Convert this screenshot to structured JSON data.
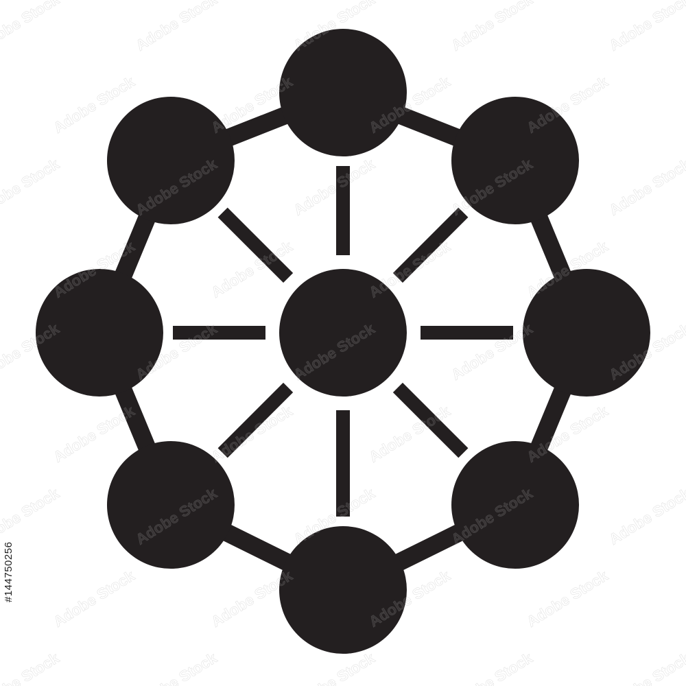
{
  "image": {
    "subject": "network-hub-icon",
    "icon_color": "#231f20",
    "background_color": "#ffffff",
    "watermark_text": "Adobe Stock",
    "stock_id": "#144750256"
  },
  "graph": {
    "hub_node": "center",
    "outer_nodes": [
      "top",
      "top-right",
      "right",
      "bottom-right",
      "bottom",
      "bottom-left",
      "left",
      "top-left"
    ],
    "spoke_count": 8,
    "ring_link_count": 8
  }
}
